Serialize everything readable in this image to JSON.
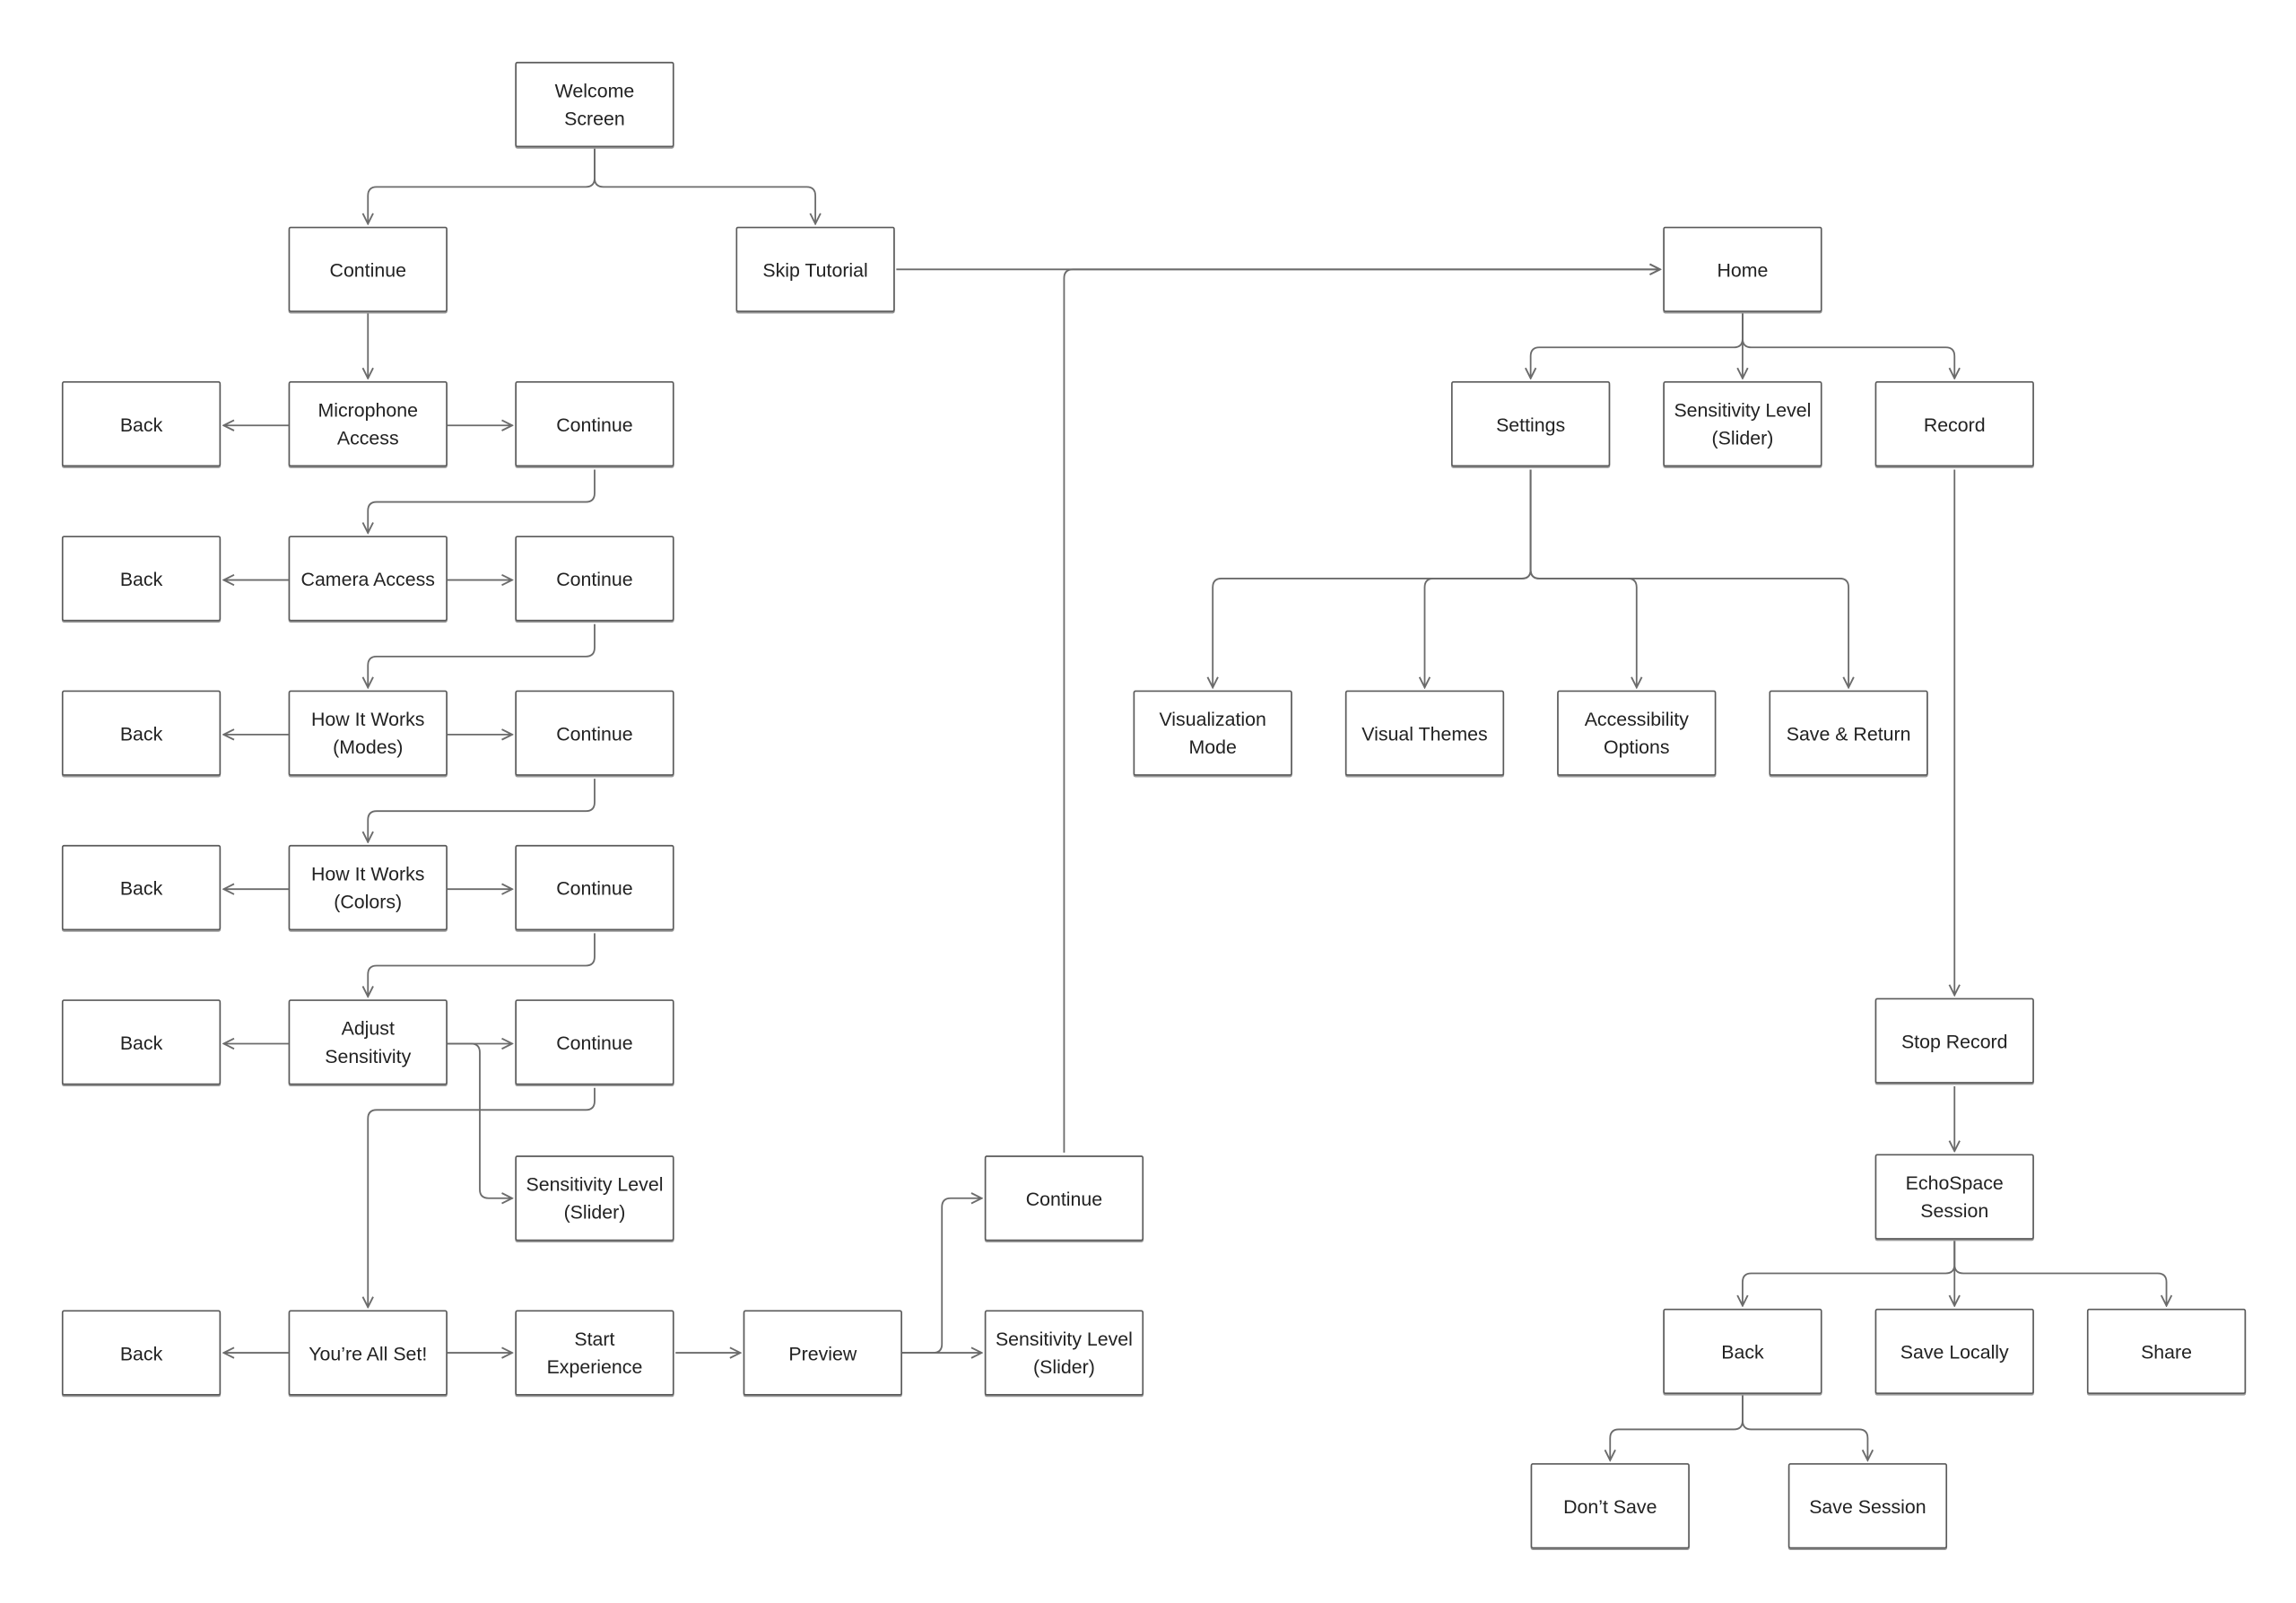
{
  "title": "EchoSpace user flow",
  "nodes": {
    "welcome": "Welcome\nScreen",
    "continue0": "Continue",
    "skip": "Skip Tutorial",
    "home": "Home",
    "back1": "Back",
    "mic": "Microphone\nAccess",
    "cont1": "Continue",
    "settings": "Settings",
    "sens_home": "Sensitivity Level\n(Slider)",
    "record": "Record",
    "back2": "Back",
    "camera": "Camera Access",
    "cont2": "Continue",
    "back3": "Back",
    "modes": "How It Works\n(Modes)",
    "cont3": "Continue",
    "vizmode": "Visualization\nMode",
    "themes": "Visual Themes",
    "access": "Accessibility\nOptions",
    "savereturn": "Save & Return",
    "back4": "Back",
    "colors": "How It Works\n(Colors)",
    "cont4": "Continue",
    "back5": "Back",
    "adjust": "Adjust\nSensitivity",
    "cont5": "Continue",
    "stoprec": "Stop Record",
    "sens_adjust": "Sensitivity Level\n(Slider)",
    "cont_preview": "Continue",
    "echo": "EchoSpace\nSession",
    "back6": "Back",
    "allset": "You’re All Set!",
    "start": "Start\nExperience",
    "preview": "Preview",
    "sens_preview": "Sensitivity Level\n(Slider)",
    "back_end": "Back",
    "savelocal": "Save Locally",
    "share": "Share",
    "dontsave": "Don’t Save",
    "savesession": "Save Session"
  }
}
